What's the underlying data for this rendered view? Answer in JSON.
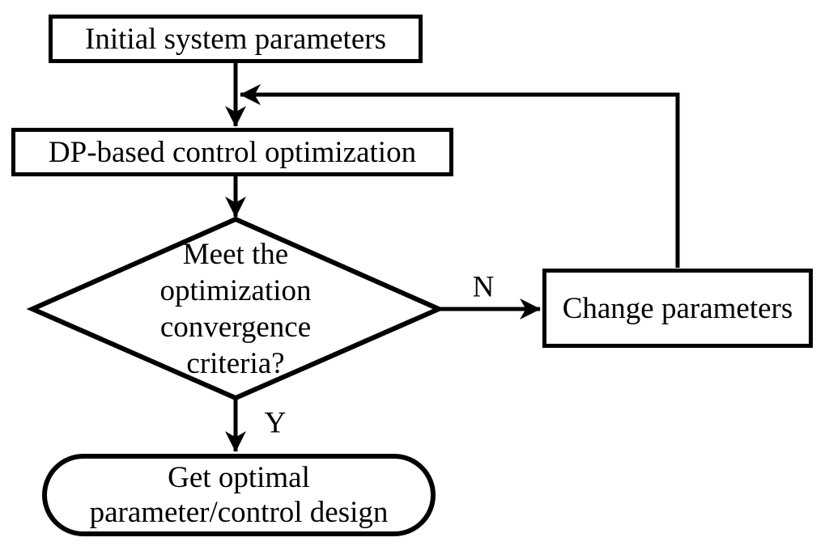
{
  "flowchart": {
    "background_color": "#ffffff",
    "ink_color": "#000000",
    "nodes": {
      "initial": {
        "type": "process",
        "label": "Initial system parameters"
      },
      "dp": {
        "type": "process",
        "label": "DP-based control optimization"
      },
      "decision": {
        "type": "decision",
        "line1": "Meet the",
        "line2": "optimization",
        "line3": "convergence",
        "line4": "criteria?"
      },
      "change": {
        "type": "process",
        "label": "Change parameters"
      },
      "result": {
        "type": "terminator",
        "line1": "Get optimal",
        "line2": "parameter/control design"
      }
    },
    "edge_labels": {
      "no": "N",
      "yes": "Y"
    }
  }
}
